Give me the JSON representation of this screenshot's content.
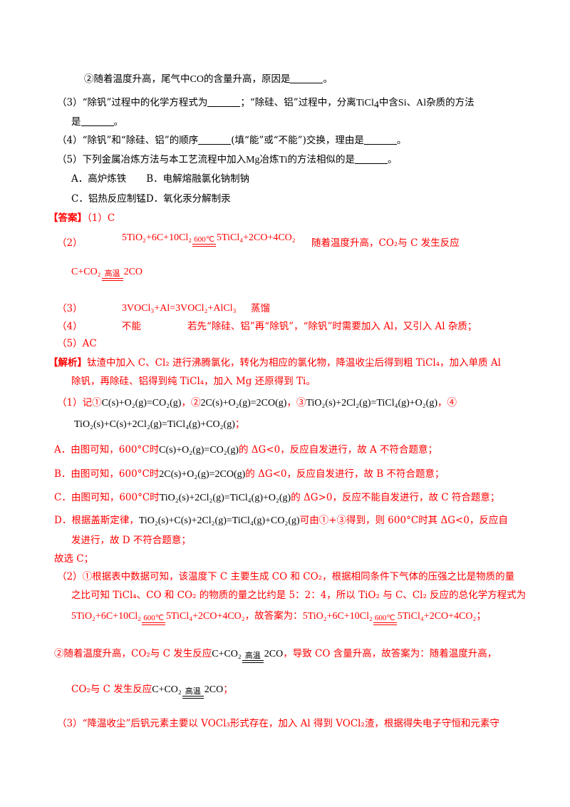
{
  "q2_sub2": {
    "a": "②随着温度升高，尾气中",
    "co": "CO",
    "b": "的含量升高，原因是",
    "c": "。"
  },
  "q3": {
    "a": "（3）“除钒”过程中的化学方程式为",
    "b": "；“除硅、铝”过程中，分离",
    "ticl4": "TiCl",
    "sub4": "4",
    "c": "中含",
    "si": "Si",
    "d": "、",
    "al": "Al",
    "e": "杂质的方法"
  },
  "q3b": {
    "a": "是",
    "b": "。"
  },
  "q4": {
    "a": "（4）“除钒”和“除硅、铝”的顺序",
    "b": "(填“能”或“不能”)交换，理由是",
    "c": "。"
  },
  "q5": {
    "a": "（5）下列金属冶炼方法与本工艺流程中加入",
    "mg": "Mg",
    "b": "冶炼",
    "ti": "Ti",
    "c": "的方法相似的是",
    "d": "。"
  },
  "opt_ab": {
    "a": "A．高炉炼铁",
    "b": "B．电解熔融氯化钠制钠"
  },
  "opt_cd": {
    "c": "C．铝热反应制锰",
    "d": "D．氧化汞分解制汞"
  },
  "ans1": {
    "label": "【答案】",
    "text": "（1）C"
  },
  "ans2": {
    "num": "（2）",
    "lhs": "5TiO₂+6C+10Cl₂",
    "cond": "600℃",
    "rhs": "5TiCl₄+2CO+4CO₂",
    "reason": "随着温度升高，CO₂与 C 发生反应"
  },
  "ans2b": {
    "lhs": "C+CO₂",
    "cond": "高温",
    "rhs": "2CO"
  },
  "ans3": {
    "num": "（3）",
    "eq": "3VOCl₃+Al=3VOCl₂+AlCl₃",
    "method": "蒸馏"
  },
  "ans4": {
    "num": "（4）",
    "a": "不能",
    "b": "若先“除硅、铝”再“除钒”，“除钒”时需要加入 Al，又引入 Al 杂质；"
  },
  "ans5": {
    "text": "（5）AC"
  },
  "ana1": {
    "label": "【解析】",
    "text": "钛渣中加入 C、Cl₂ 进行沸腾氯化，转化为相应的氯化物，降温收尘后得到粗 TiCl₄，加入单质 Al"
  },
  "ana1b": {
    "text": "除钒，再除硅、铝得到纯 TiCl₄，加入 Mg 还原得到 Ti。"
  },
  "ana_s1": {
    "a": "（1）记①",
    "e1": "C(s)+O₂(g)=CO₂(g)",
    "b": "，②",
    "e2": "2C(s)+O₂(g)=2CO(g)",
    "c": "，③",
    "e3": "TiO₂(s)+2Cl₂(g)=TiCl₄(g)+O₂(g)",
    "d": "，④"
  },
  "ana_s1b": {
    "e4": "TiO₂(s)+C(s)+2Cl₂(g)=TiCl₄(g)+CO₂(g)",
    "a": "；"
  },
  "ana_A": {
    "a": "A．由图可知，600°C时",
    "e": "C(s)+O₂(g)=CO₂(g)",
    "b": "的 ΔG<0，反应自发进行，故 A 不符合题意；"
  },
  "ana_B": {
    "a": "B．由图可知，600°C时",
    "e": "2C(s)+O₂(g)=2CO(g)",
    "b": "的 ΔG<0，反应自发进行，故 B 不符合题意；"
  },
  "ana_C": {
    "a": "C．由图可知，600°C时",
    "e": "TiO₂(s)+2Cl₂(g)=TiCl₄(g)+O₂(g)",
    "b": "的 ΔG>0，反应不能自发进行，故 C 符合题意；"
  },
  "ana_D": {
    "a": "D．根据盖斯定律，",
    "e": "TiO₂(s)+C(s)+2Cl₂(g)=TiCl₄(g)+CO₂(g)",
    "b": "可由①+③得到，则 600°C时其 ΔG<0，反应自"
  },
  "ana_Db": {
    "text": "发进行，故 D 不符合题意；"
  },
  "ana_sel": {
    "text": "故选 C；"
  },
  "ana_s2": {
    "text": "（2）①根据表中数据可知，该温度下 C 主要生成 CO 和 CO₂，根据相同条件下气体的压强之比是物质的量"
  },
  "ana_s2b": {
    "text": "之比可知 TiCl₄、CO 和 CO₂ 的物质的量之比约是 5：2：4，所以 TiO₂ 与 C、Cl₂ 反应的总化学方程式为"
  },
  "ana_s2c": {
    "lhs": "5TiO₂+6C+10Cl₂",
    "cond": "600℃",
    "rhs": "5TiCl₄+2CO+4CO₂",
    "mid": "，故答案为：",
    "lhs2": "5TiO₂+6C+10Cl₂",
    "cond2": "600℃",
    "rhs2": "5TiCl₄+2CO+4CO₂",
    "end": "；"
  },
  "ana_s2d": {
    "a": "②随着温度升高，CO₂与 C 发生反应",
    "lhs": "C+CO₂",
    "cond": "高温",
    "rhs": "2CO",
    "b": "，导致 CO 含量升高，故答案为：随着温度升高，"
  },
  "ana_s2e": {
    "a": "CO₂与 C 发生反应",
    "lhs": "C+CO₂",
    "cond": "高温",
    "rhs": "2CO",
    "b": "；"
  },
  "ana_s3": {
    "text": "（3）“降温收尘”后钒元素主要以 VOCl₃形式存在，加入 Al 得到 VOCl₂渣，根据得失电子守恒和元素守"
  }
}
